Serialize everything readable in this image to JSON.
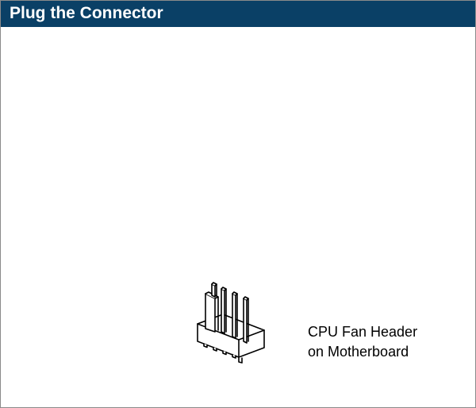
{
  "header": {
    "title": "Plug the Connector",
    "background_color": "#0a4066",
    "text_color": "#ffffff"
  },
  "diagram": {
    "illustration_icon": "cpu-fan-header-icon",
    "caption_line_1": "CPU Fan Header",
    "caption_line_2": "on Motherboard"
  }
}
